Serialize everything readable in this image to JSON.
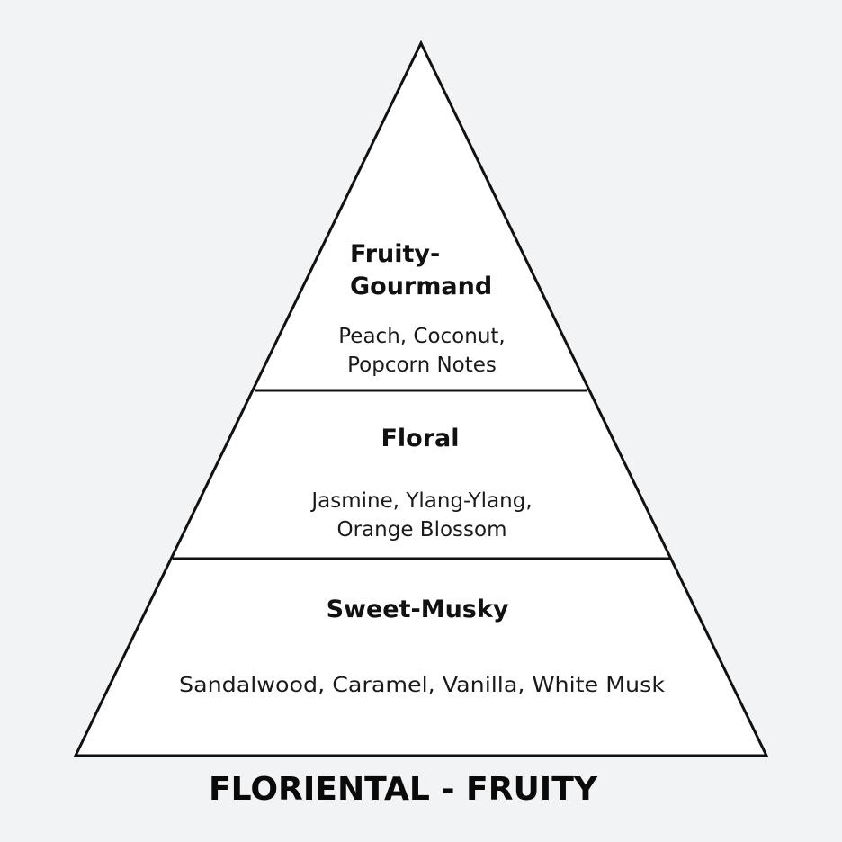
{
  "pyramid": {
    "top": {
      "heading_line1": "Fruity-",
      "heading_line2": "Gourmand",
      "notes_line1": "Peach, Coconut,",
      "notes_line2": "Popcorn Notes"
    },
    "middle": {
      "heading": "Floral",
      "notes_line1": "Jasmine, Ylang-Ylang,",
      "notes_line2": "Orange Blossom"
    },
    "base": {
      "heading": "Sweet-Musky",
      "notes": "Sandalwood, Caramel, Vanilla, White Musk"
    }
  },
  "family": "FLORIENTAL - FRUITY",
  "colors": {
    "background": "#f2f3f5",
    "fill": "#ffffff",
    "stroke": "#111111"
  }
}
